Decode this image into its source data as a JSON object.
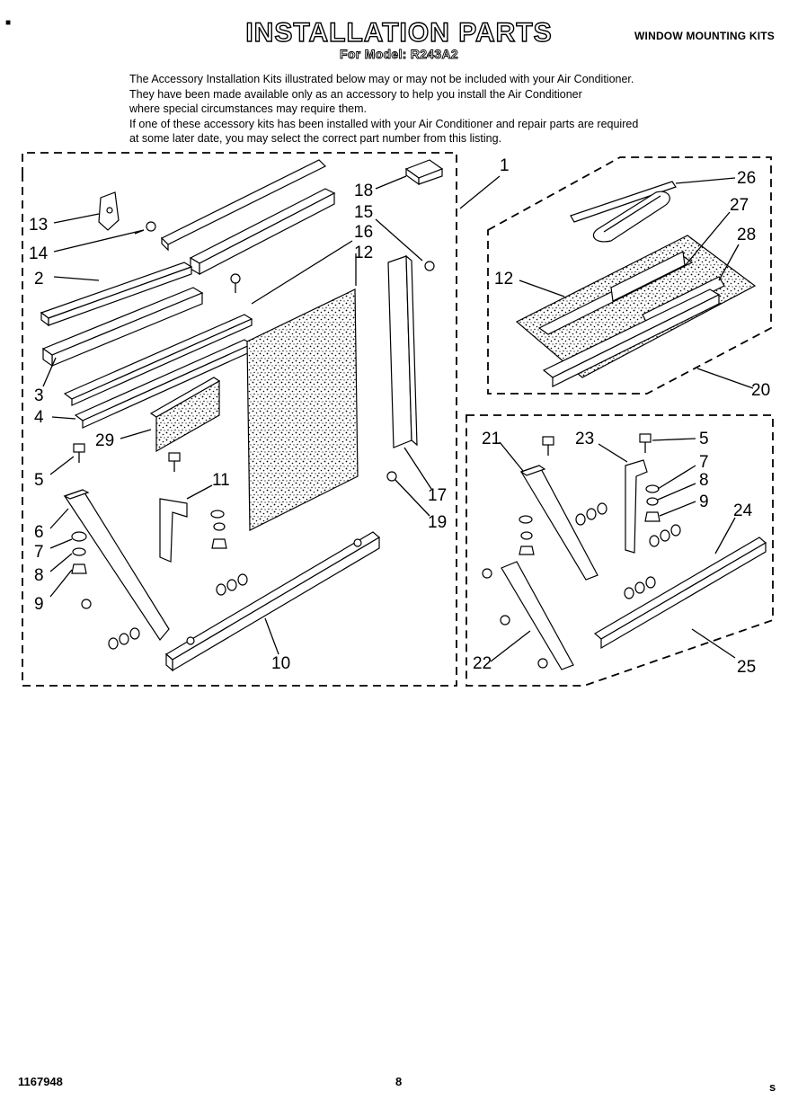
{
  "header": {
    "title": "INSTALLATION PARTS",
    "subtitle": "For Model: R243A2",
    "section": "WINDOW MOUNTING KITS"
  },
  "intro_lines": [
    "The Accessory Installation Kits illustrated below may or may not be included with your Air Conditioner.",
    "They have been made available only as an accessory to help you install the Air Conditioner",
    "where special circumstances may require them.",
    "If one of these accessory kits has been installed with your Air Conditioner and repair parts are required",
    "at some later date, you may select the correct part number from this listing."
  ],
  "callouts": {
    "c13": "13",
    "c14": "14",
    "c2": "2",
    "c3": "3",
    "c4": "4",
    "c29": "29",
    "c5a": "5",
    "c6": "6",
    "c7a": "7",
    "c8a": "8",
    "c9a": "9",
    "c11": "11",
    "c10": "10",
    "c16": "16",
    "c12a": "12",
    "c15": "15",
    "c18": "18",
    "c17": "17",
    "c19": "19",
    "c1": "1",
    "c26": "26",
    "c27": "27",
    "c28": "28",
    "c12b": "12",
    "c20": "20",
    "c21": "21",
    "c23": "23",
    "c5b": "5",
    "c7b": "7",
    "c8b": "8",
    "c9b": "9",
    "c24": "24",
    "c22": "22",
    "c25": "25"
  },
  "footer": {
    "doc_number": "1167948",
    "page": "8",
    "mark": "s"
  }
}
